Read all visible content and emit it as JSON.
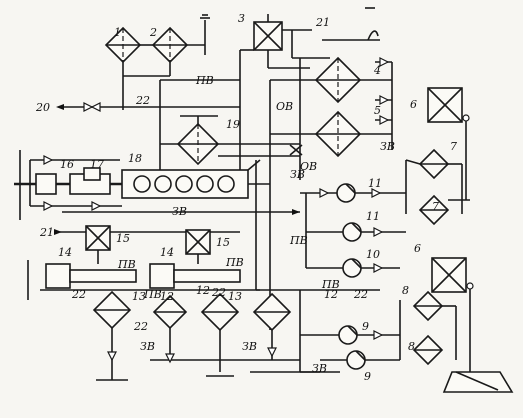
{
  "diagram": {
    "numbers": [
      "1",
      "2",
      "3",
      "4",
      "5",
      "6",
      "7",
      "8",
      "9",
      "10",
      "11",
      "12",
      "13",
      "14",
      "15",
      "16",
      "17",
      "18",
      "19",
      "20",
      "21",
      "22"
    ],
    "stream_codes": {
      "pv": "ПВ",
      "ov": "ОВ",
      "zv": "ЗВ"
    },
    "labels": {
      "l1": "1",
      "l2": "2",
      "l3": "3",
      "l4": "4",
      "l5": "5",
      "l6a": "6",
      "l6b": "6",
      "l7a": "7",
      "l7b": "7",
      "l8a": "8",
      "l8b": "8",
      "l9a": "9",
      "l9b": "9",
      "l10": "10",
      "l11a": "11",
      "l11b": "11",
      "l12a": "12",
      "l12b": "12",
      "l12c": "12",
      "l13a": "13",
      "l13b": "13",
      "l14a": "14",
      "l14b": "14",
      "l15a": "15",
      "l15b": "15",
      "l16": "16",
      "l17": "17",
      "l18": "18",
      "l19": "19",
      "l20": "20",
      "l21a": "21",
      "l21b": "21",
      "l22a": "22",
      "l22b": "22",
      "l22c": "22",
      "l22d": "22",
      "l22e": "22",
      "pv1": "ПВ",
      "pv2": "ПВ",
      "pv3": "ПВ",
      "pv4": "ПВ",
      "pv5": "ПВ",
      "pv6": "ПВ",
      "ov1": "ОВ",
      "ov2": "ОВ",
      "zv1": "ЗВ",
      "zv2": "ЗВ",
      "zv3": "ЗВ",
      "zv4": "ЗВ",
      "zv5": "ЗВ",
      "zv6": "ЗВ"
    }
  }
}
